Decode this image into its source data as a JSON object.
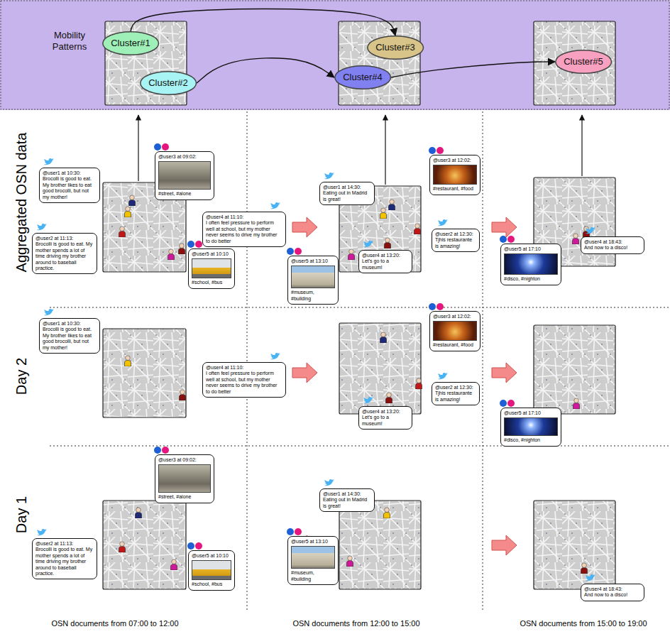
{
  "diagram": {
    "nodes": [
      {
        "text": [
          "Mobility Patterns"
        ]
      },
      {
        "text": [
          "Cluster#1"
        ],
        "in": 0
      },
      {
        "text": [
          "Cluster#2"
        ],
        "in": 0
      },
      {
        "text": [
          "Cluster#3"
        ],
        "in": 0
      },
      {
        "text": [
          "Cluster#4"
        ],
        "in": 0
      },
      {
        "text": [
          "Cluster#5"
        ],
        "in": 0
      },
      {
        "text": [
          "@user1 at 10:30:",
          "Brocolli is good to eat. My brother likes to eat good brocolli, but not my mother!"
        ]
      },
      {
        "text": [
          "@user3 at 09:02:",
          "#street, #alone"
        ]
      },
      {
        "text": [
          "@user2 at 11:13:",
          "Brocolli is good to eat. My mother spends a lot of time driving my brother around to baseball practice."
        ]
      },
      {
        "text": [
          "@user4 at 11:10:",
          "I often feel pressure to perform well at school, but my mother never seems to drive my brother to do better"
        ]
      },
      {
        "text": [
          "@user5 at 10:10",
          "#school, #bus"
        ]
      },
      {
        "text": [
          "@user1 at 14:30:",
          "Eating out in Madrid is great!"
        ]
      },
      {
        "text": [
          "@user3 at 12:02:",
          "#restaurant, #food"
        ]
      },
      {
        "text": [
          "@user2 at 12:30:",
          "Tjhis restaurante is amazing!"
        ]
      },
      {
        "text": [
          "@user5 at 13:10",
          "#museum, #building"
        ]
      },
      {
        "text": [
          "@user4 at 13:20:",
          "Let's go to a museum!"
        ]
      },
      {
        "text": [
          "@user5 at 17:10",
          "#disco, #nighton"
        ]
      },
      {
        "text": [
          "@user4 at 18:43:",
          "And now to a disco!"
        ]
      },
      {
        "text": [
          "@user1 at 10:30:",
          "Brocolli is good to eat. My brother likes to eat good brocolli, but not my mother!"
        ]
      },
      {
        "text": [
          "@user4 at 11:10:",
          "I often feel pressure to perform well at school, but my mother never seems to drive my brother to do better"
        ]
      },
      {
        "text": [
          "@user3 at 12:02:",
          "#restaurant, #food"
        ]
      },
      {
        "text": [
          "@user2 at 12:30:",
          "Tjhis restaurante is amazing!"
        ]
      },
      {
        "text": [
          "@user4 at 13:20:",
          "Let's go to a museum!"
        ]
      },
      {
        "text": [
          "@user5 at 17:10",
          "#disco, #nighton"
        ]
      },
      {
        "text": [
          "@user3 at 09:02:",
          "#street, #alone"
        ]
      },
      {
        "text": [
          "@user2 at 11:13:",
          "Brocolli is good to eat. My mother spends a lot of time driving my brother around to baseball practice."
        ]
      },
      {
        "text": [
          "@user5 at 10:10",
          "#school, #bus"
        ]
      },
      {
        "text": [
          "@user1 at 14:30:",
          "Eating out in Madrid is great!"
        ]
      },
      {
        "text": [
          "@user5 at 13:10",
          "#museum, #building"
        ]
      },
      {
        "text": [
          "@user4 at 18:43:",
          "And now to a disco!"
        ]
      }
    ],
    "edges": [
      {
        "from": 1,
        "to": 3,
        "arrow": "to"
      },
      {
        "from": 2,
        "to": 4,
        "arrow": "to"
      },
      {
        "from": 4,
        "to": 5,
        "arrow": "to"
      }
    ],
    "labels": [
      "Aggregated OSN data",
      "Day 2",
      "Day 1",
      "OSN documents from 07:00 to 12:00",
      "OSN documents from 12:00 to 15:00",
      "OSN documents from 15:00 to 19:00"
    ]
  }
}
